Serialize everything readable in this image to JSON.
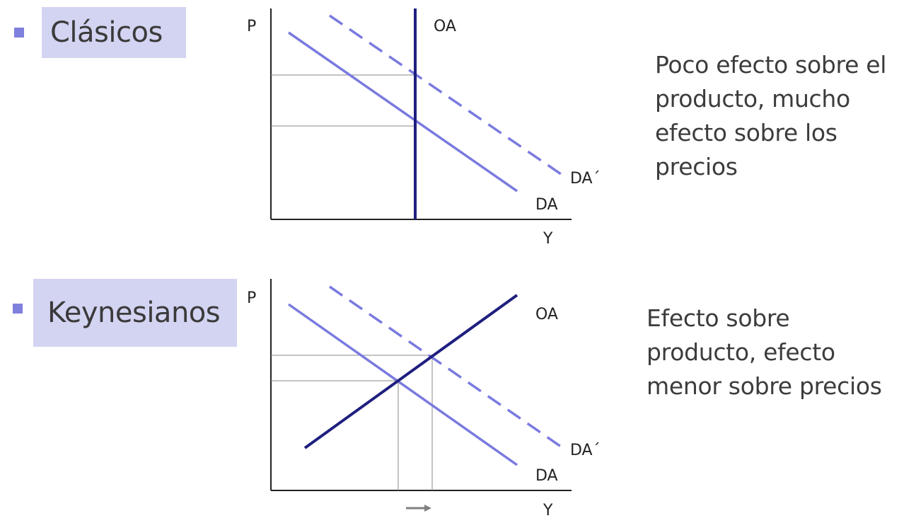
{
  "colors": {
    "bullet": "#7f7fdd",
    "tag_bg": "#d3d3f2",
    "da_line": "#7a7ae0",
    "oa_line": "#1f1f80",
    "guide_line": "#888888",
    "arrow": "#808080"
  },
  "panels": [
    {
      "school_label": "Clásicos",
      "description": "Poco efecto sobre el producto, mucho efecto sobre los precios",
      "axis_y_label": "P",
      "axis_x_label": "Y",
      "oa_label": "OA",
      "da_label": "DA",
      "da_shifted_label": "DA´"
    },
    {
      "school_label": "Keynesianos",
      "description": "Efecto sobre producto, efecto menor sobre precios",
      "axis_y_label": "P",
      "axis_x_label": "Y",
      "oa_label": "OA",
      "da_label": "DA",
      "da_shifted_label": "DA´"
    }
  ]
}
